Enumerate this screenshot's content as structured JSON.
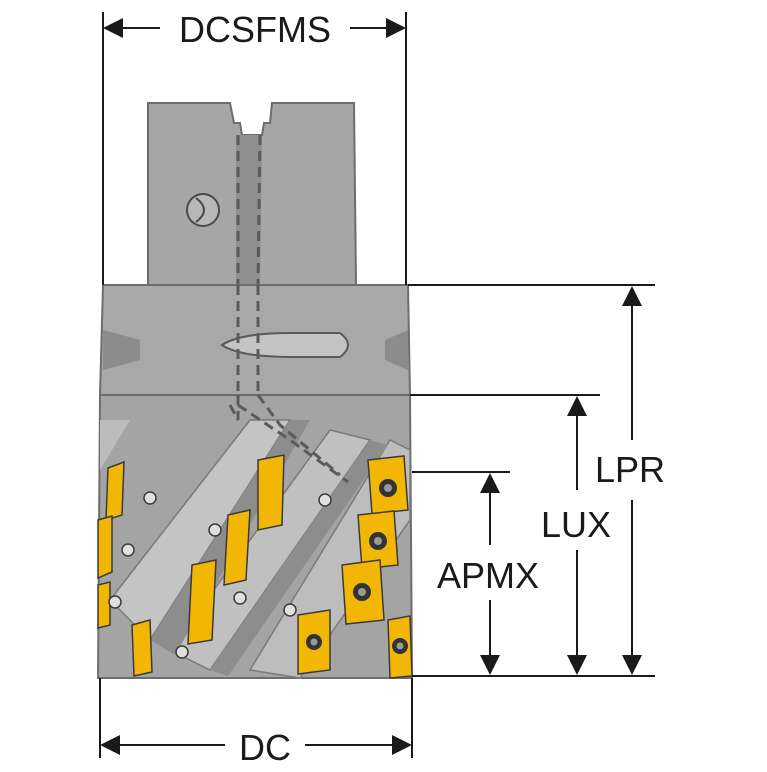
{
  "dimensions": {
    "top_width": "DCSFMS",
    "bottom_width": "DC",
    "total_height": "LPR",
    "usable_length": "LUX",
    "cutting_depth": "APMX"
  },
  "colors": {
    "body": "#a6a6a6",
    "body_dark": "#8a8a8a",
    "body_light": "#c2c2c2",
    "insert": "#f2b705",
    "insert_dark": "#c48f00",
    "outline": "#1a1a1a",
    "coolant": "#6f6f6f"
  }
}
